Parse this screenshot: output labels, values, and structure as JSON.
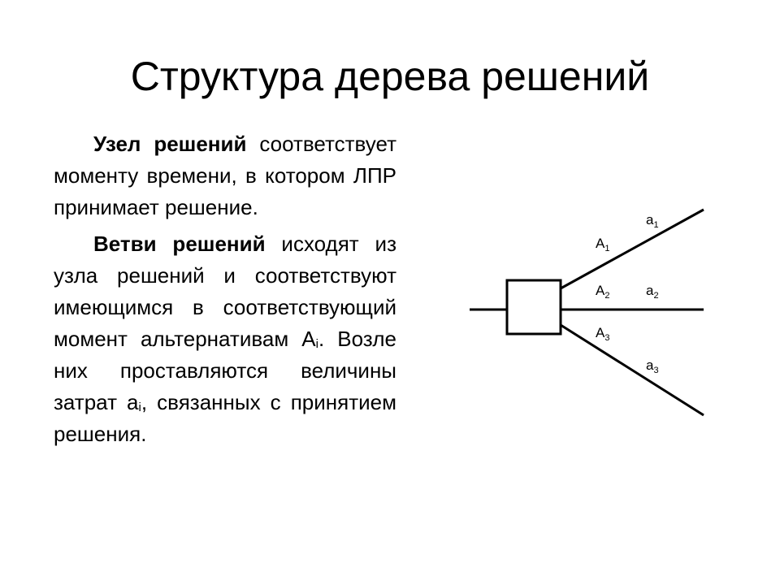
{
  "slide": {
    "title": "Структура дерева решений"
  },
  "paragraph1": {
    "term": "Узел решений",
    "text": " соответствует моменту времени, в котором ЛПР принимает решение."
  },
  "paragraph2": {
    "term": "Ветви решений",
    "text_a": " исходят из узла решений и соответствуют имеющимся в соответствующий момент альтернативам A",
    "sub_a": "i",
    "text_b": ". Возле них проставляются величины затрат a",
    "sub_b": "i",
    "text_c": ", связанных с принятием решения."
  },
  "diagram": {
    "branch_labels": [
      {
        "base": "A",
        "sub": "1"
      },
      {
        "base": "A",
        "sub": "2"
      },
      {
        "base": "A",
        "sub": "3"
      }
    ],
    "cost_labels": [
      {
        "base": "a",
        "sub": "1"
      },
      {
        "base": "a",
        "sub": "2"
      },
      {
        "base": "a",
        "sub": "3"
      }
    ]
  }
}
